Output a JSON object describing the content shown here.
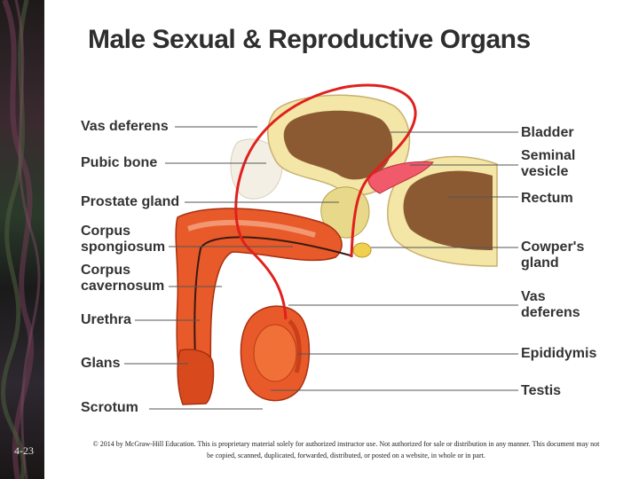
{
  "slide": {
    "number": "4-23",
    "title": "Male Sexual & Reproductive Organs",
    "copyright": "© 2014 by McGraw-Hill Education.  This is proprietary material solely for authorized instructor use.  Not authorized for sale or distribution in any manner.  This document may not be copied, scanned, duplicated, forwarded, distributed, or posted on a website, in whole or in part."
  },
  "labels_left": {
    "vas_deferens": "Vas deferens",
    "pubic_bone": "Pubic bone",
    "prostate_gland": "Prostate gland",
    "corpus_spongiosum": "Corpus\nspongiosum",
    "corpus_cavernosum": "Corpus\ncavernosum",
    "urethra": "Urethra",
    "glans": "Glans",
    "scrotum": "Scrotum"
  },
  "labels_right": {
    "bladder": "Bladder",
    "seminal_vesicle": "Seminal\nvesicle",
    "rectum": "Rectum",
    "cowpers_gland": "Cowper's\ngland",
    "vas_deferens": "Vas\ndeferens",
    "epididymis": "Epididymis",
    "testis": "Testis"
  },
  "colors": {
    "tissue_orange": "#e85a2a",
    "tissue_dark": "#c8401a",
    "bladder_tan": "#f3e6a6",
    "bladder_inner": "#8c5a32",
    "vas_red": "#e0201e",
    "seminal_pink": "#f05a6a",
    "leader_line": "#555555",
    "label_text": "#333333"
  }
}
